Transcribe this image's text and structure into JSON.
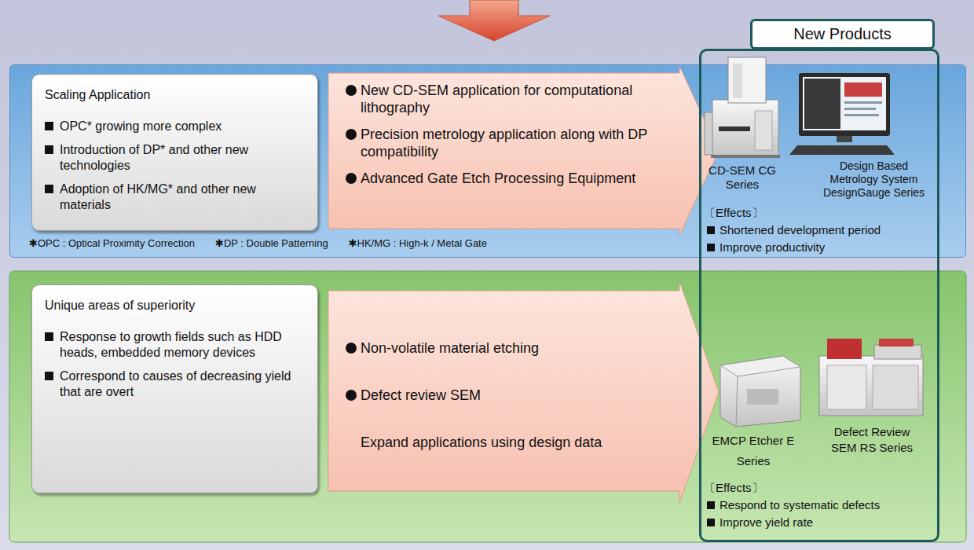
{
  "diagram": {
    "nodes": [
      {
        "text": [
          "✱OPC : Optical Proximity Correction",
          "✱DP : Double Patterning",
          "✱HK/MG : High-k / Metal Gate"
        ]
      },
      {
        "text": [
          "Scaling Application",
          "OPC* growing more complex",
          "Introduction of DP* and other new technologies",
          "Adoption of HK/MG* and other new materials"
        ],
        "in": 0
      },
      {
        "text": [
          "New CD-SEM application for computational lithography",
          "Precision metrology application along with DP compatibility",
          "Advanced Gate Etch Processing Equipment"
        ],
        "in": 0
      },
      {
        "text": [
          "Unique areas of superiority",
          "Response to growth fields such as HDD heads, embedded memory devices",
          "Correspond to causes of decreasing yield that are overt"
        ]
      },
      {
        "text": [
          "Non-volatile material etching",
          "Defect review SEM",
          "Expand applications using design data"
        ]
      },
      {
        "text": [
          "New Products"
        ]
      }
    ],
    "labels": [
      "CD-SEM CG Series",
      "Design Based Metrology System DesignGauge Series",
      "〔Effects〕",
      "Shortened development period",
      "Improve productivity",
      "EMCP Etcher E Series",
      "Defect Review SEM RS Series",
      "〔Effects〕",
      "Respond to systematic defects",
      "Improve yield rate"
    ]
  }
}
